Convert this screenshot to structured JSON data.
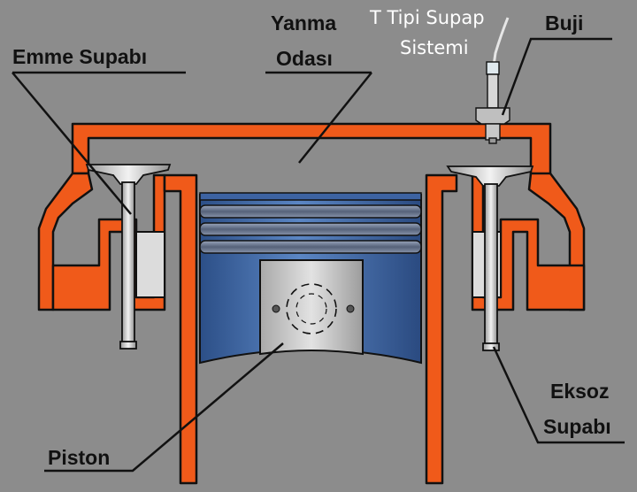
{
  "title": {
    "line1": "T Tipi Supap",
    "line2": "Sistemi"
  },
  "labels": {
    "intake_valve": "Emme Supabı",
    "combustion_chamber_line1": "Yanma",
    "combustion_chamber_line2": "Odası",
    "spark_plug": "Buji",
    "exhaust_valve_line1": "Eksoz",
    "exhaust_valve_line2": "Supabı",
    "piston": "Piston"
  },
  "colors": {
    "background": "#8c8c8c",
    "engine_block": "#f05a1a",
    "block_outline": "#111111",
    "piston_body": "#3f6aa8",
    "piston_ring": "#6f7d95",
    "pin_boss": "#c9c9c9",
    "valve": "#c8c8c8",
    "port_insert": "#d9d9d9"
  }
}
